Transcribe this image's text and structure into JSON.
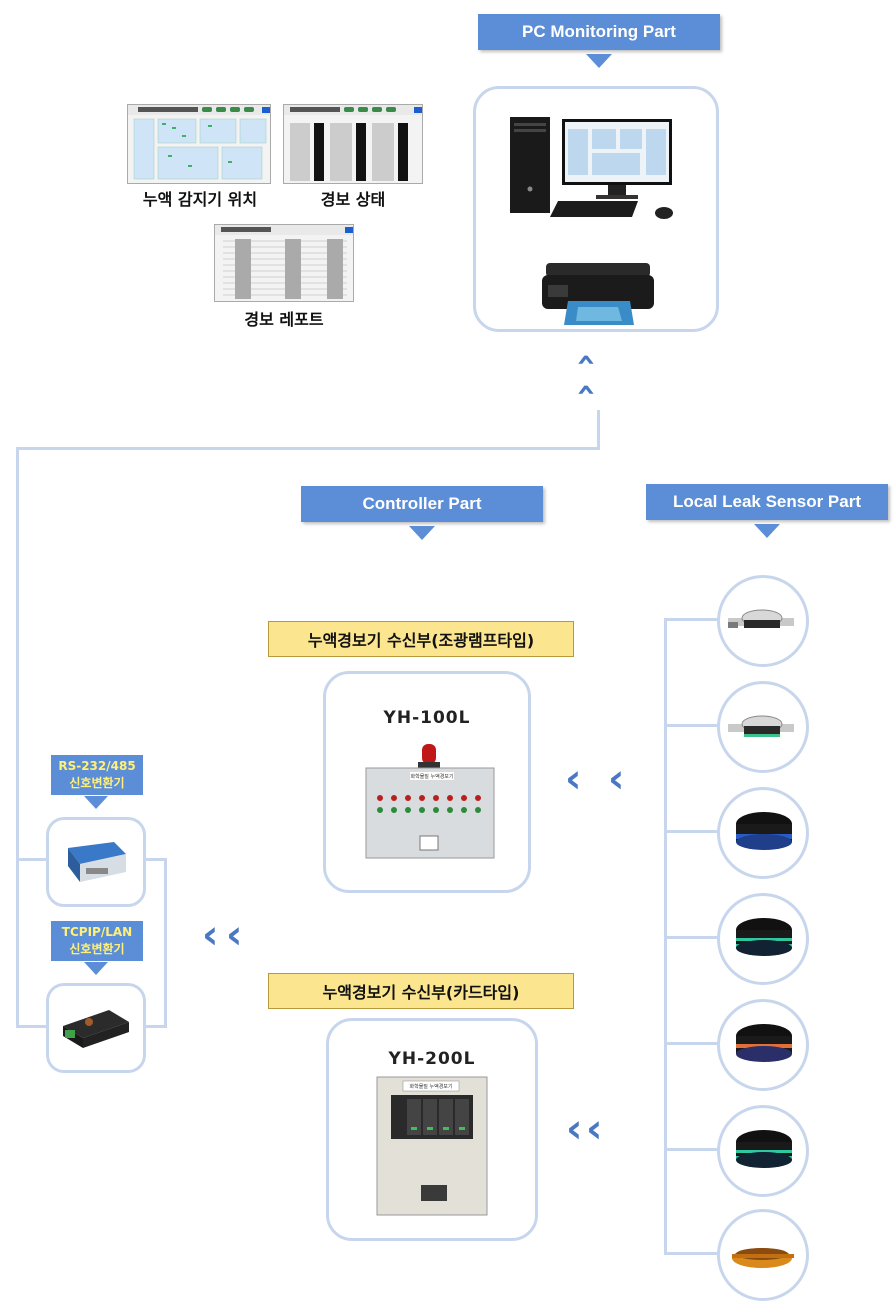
{
  "pc_part": {
    "title": "PC Monitoring Part"
  },
  "controller_part": {
    "title": "Controller Part"
  },
  "sensor_part": {
    "title": "Local Leak Sensor Part"
  },
  "screens": {
    "leak_location": "누액 감지기 위치",
    "alarm_status": "경보 상태",
    "alarm_report": "경보 레포트"
  },
  "receivers": [
    {
      "label": "누액경보기 수신부(조광램프타입)",
      "model": "YH-100L",
      "panel_text": "화학물질 누액경보기"
    },
    {
      "label": "누액경보기 수신부(카드타입)",
      "model": "YH-200L",
      "panel_text": "화학물질 누액경보기"
    }
  ],
  "converters": [
    {
      "label_line1": "RS-232/485",
      "label_line2": "신호변환기"
    },
    {
      "label_line1": "TCPIP/LAN",
      "label_line2": "신호변환기"
    }
  ],
  "colors": {
    "accent": "#5b8ed6",
    "box_border": "#c7d6ec",
    "label_fill": "#fbe58f",
    "chevron": "#4a78c2"
  },
  "icons": [
    "computer-icon",
    "printer-icon",
    "chevron-up-icon",
    "chevron-left-icon"
  ]
}
